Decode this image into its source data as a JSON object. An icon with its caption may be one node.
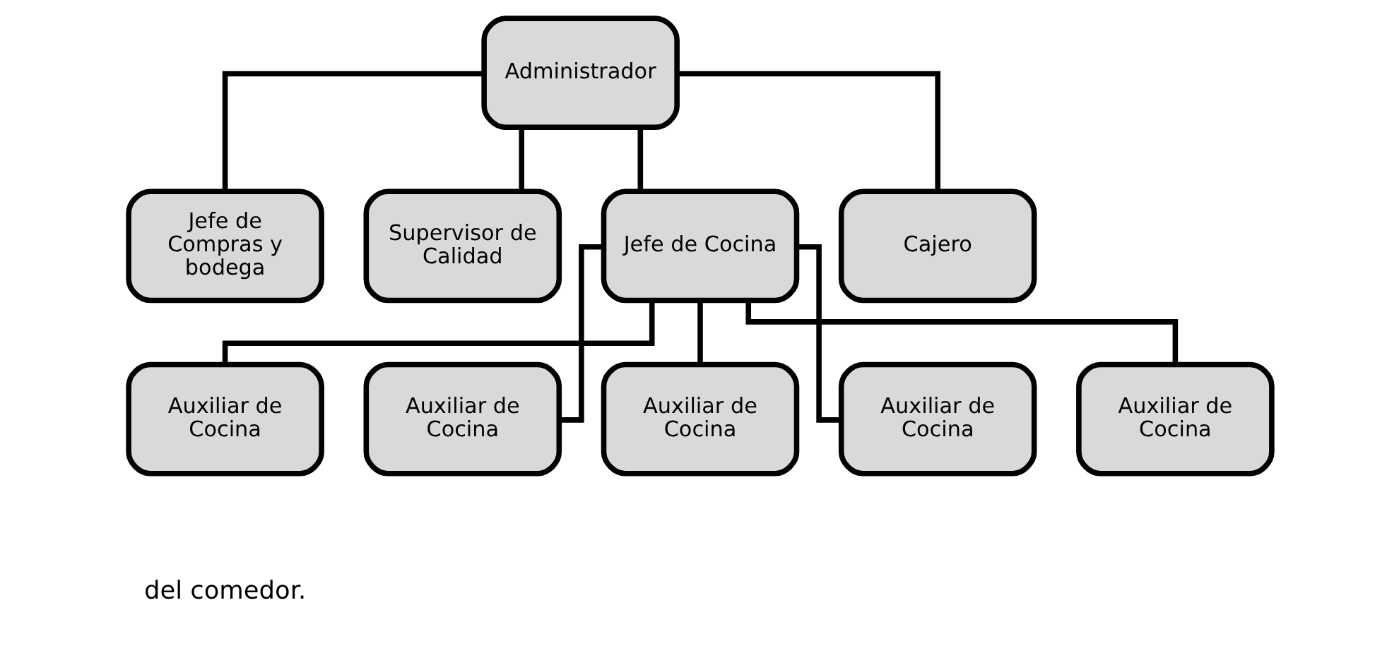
{
  "diagram": {
    "nodes": [
      {
        "text": [
          "Administrador"
        ]
      },
      {
        "text": [
          "Jefe de Compras y bodega"
        ]
      },
      {
        "text": [
          "Supervisor de Calidad"
        ]
      },
      {
        "text": [
          "Jefe de Cocina"
        ]
      },
      {
        "text": [
          "Cajero"
        ]
      },
      {
        "text": [
          "Auxiliar de Cocina"
        ]
      },
      {
        "text": [
          "Auxiliar de Cocina"
        ]
      },
      {
        "text": [
          "Auxiliar de Cocina"
        ]
      },
      {
        "text": [
          "Auxiliar de Cocina"
        ]
      },
      {
        "text": [
          "Auxiliar de Cocina"
        ]
      }
    ],
    "edges": [
      {
        "from": 0,
        "to": 1,
        "arrow": "none"
      },
      {
        "from": 0,
        "to": 2,
        "arrow": "none"
      },
      {
        "from": 0,
        "to": 3,
        "arrow": "none"
      },
      {
        "from": 0,
        "to": 4,
        "arrow": "none"
      },
      {
        "from": 3,
        "to": 5,
        "arrow": "none"
      },
      {
        "from": 3,
        "to": 6,
        "arrow": "none"
      },
      {
        "from": 3,
        "to": 7,
        "arrow": "none"
      },
      {
        "from": 3,
        "to": 8,
        "arrow": "none"
      },
      {
        "from": 3,
        "to": 9,
        "arrow": "none"
      }
    ],
    "labels": [
      "del comedor."
    ]
  }
}
